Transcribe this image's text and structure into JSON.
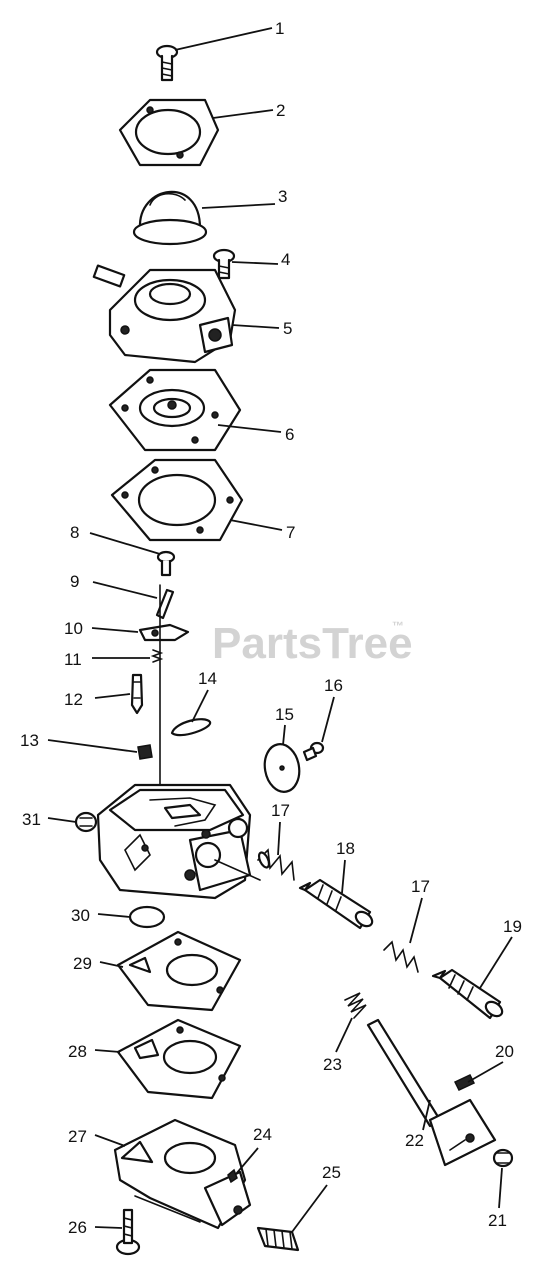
{
  "watermark": "PartsTree",
  "trademark": "™",
  "callouts": [
    {
      "label": "1"
    },
    {
      "label": "2"
    },
    {
      "label": "3"
    },
    {
      "label": "4"
    },
    {
      "label": "5"
    },
    {
      "label": "6"
    },
    {
      "label": "7"
    },
    {
      "label": "8"
    },
    {
      "label": "9"
    },
    {
      "label": "10"
    },
    {
      "label": "11"
    },
    {
      "label": "12"
    },
    {
      "label": "13"
    },
    {
      "label": "14"
    },
    {
      "label": "15"
    },
    {
      "label": "16"
    },
    {
      "label": "17"
    },
    {
      "label": "18"
    },
    {
      "label": "17"
    },
    {
      "label": "19"
    },
    {
      "label": "20"
    },
    {
      "label": "21"
    },
    {
      "label": "22"
    },
    {
      "label": "23"
    },
    {
      "label": "24"
    },
    {
      "label": "25"
    },
    {
      "label": "26"
    },
    {
      "label": "27"
    },
    {
      "label": "28"
    },
    {
      "label": "29"
    },
    {
      "label": "30"
    },
    {
      "label": "31"
    }
  ]
}
